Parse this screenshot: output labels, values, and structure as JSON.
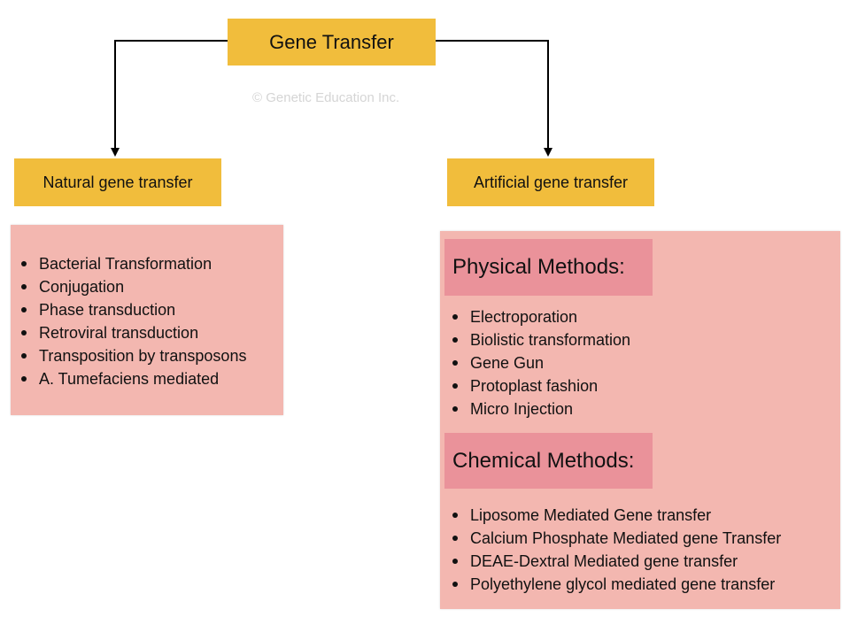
{
  "root": {
    "label": "Gene Transfer"
  },
  "watermark": "© Genetic Education Inc.",
  "natural": {
    "label": "Natural gene transfer",
    "items": [
      "Bacterial Transformation",
      "Conjugation",
      "Phase transduction",
      "Retroviral transduction",
      "Transposition by transposons",
      "A. Tumefaciens mediated"
    ]
  },
  "artificial": {
    "label": "Artificial gene transfer",
    "physical": {
      "heading": "Physical Methods:",
      "items": [
        "Electroporation",
        "Biolistic transformation",
        "Gene Gun",
        "Protoplast fashion",
        "Micro Injection"
      ]
    },
    "chemical": {
      "heading": "Chemical Methods:",
      "items": [
        "Liposome Mediated Gene transfer",
        "Calcium Phosphate Mediated gene Transfer",
        "DEAE-Dextral Mediated gene transfer",
        "Polyethylene glycol mediated gene transfer"
      ]
    }
  },
  "colors": {
    "node_fill": "#f1bd3c",
    "list_fill": "#f3b7b0",
    "heading_fill": "#ea929a",
    "connector": "#000000"
  }
}
